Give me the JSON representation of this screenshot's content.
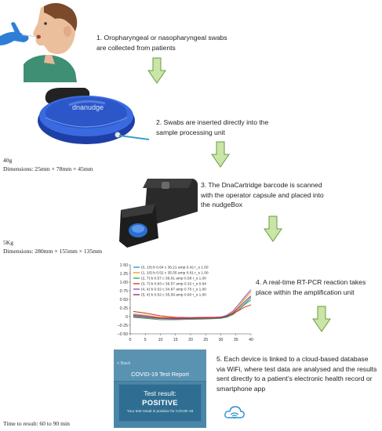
{
  "steps": [
    {
      "text": "1. Oropharyngeal or nasopharyngeal swabs are collected from patients"
    },
    {
      "text": "2. Swabs are inserted directly into the sample processing unit"
    },
    {
      "text": "3. The DnaCartridge barcode is scanned with the operator capsule and placed into the nudgeBox"
    },
    {
      "text": "4. A real-time RT-PCR reaction takes place within the amplification unit"
    },
    {
      "text": "5. Each device is linked to a cloud-based database via WiFi, where test data are analysed and the results sent directly to a patient’s electronic health record or smartphone app"
    }
  ],
  "cartridge": {
    "brand": "dnanudge",
    "weight": "40g",
    "dimensions": "Dimensions: 25mm × 78mm × 45mm"
  },
  "nudgebox": {
    "weight": "5Kg",
    "dimensions": "Dimensions: 280mm × 155mm × 135mm"
  },
  "time_to_result": "Time to result: 60 to 90 min",
  "phone": {
    "back_label": "< Back",
    "title": "COVID-19 Test Report",
    "result_label": "Test result:",
    "result_value": "POSITIVE",
    "result_note": "Your test result is positive for COVID-19"
  },
  "icons": {
    "swab": "swab-collection-person-icon",
    "cloud": "cloud-wifi-icon"
  },
  "colors": {
    "arrow_fill": "#c9e5a8",
    "arrow_stroke": "#6b9a3e",
    "cartridge_blue": "#2c57c8",
    "phone_blue": "#4a86a6"
  },
  "chart_data": {
    "type": "line",
    "xlim": [
      0,
      40
    ],
    "ylim": [
      -0.5,
      1.5
    ],
    "x_ticks": [
      "0",
      "5",
      "10",
      "15",
      "20",
      "25",
      "30",
      "35",
      "40"
    ],
    "y_ticks": [
      "1·50",
      "1·25",
      "1·00",
      "0·75",
      "0·50",
      "0·25",
      "0",
      "–0·25",
      "–0·50"
    ],
    "series": [
      {
        "name": "(0, 10) b 0.64 c 36.21 amp 0.42 r_s 1.00",
        "color": "#2a9fd6",
        "x": [
          1,
          5,
          10,
          15,
          20,
          25,
          28,
          30,
          32,
          34,
          36,
          38,
          40
        ],
        "y": [
          0.05,
          0.02,
          -0.05,
          -0.06,
          -0.05,
          -0.04,
          -0.04,
          -0.03,
          0.0,
          0.08,
          0.2,
          0.38,
          0.55
        ]
      },
      {
        "name": "(1, 10) b 0.52 c 35.55 amp 0.61 r_s 1.00",
        "color": "#e6a21a",
        "x": [
          1,
          5,
          10,
          15,
          20,
          25,
          28,
          30,
          32,
          34,
          36,
          38,
          40
        ],
        "y": [
          0.08,
          0.04,
          -0.02,
          -0.04,
          -0.04,
          -0.03,
          -0.03,
          -0.02,
          0.02,
          0.12,
          0.3,
          0.52,
          0.72
        ]
      },
      {
        "name": "(2, 7) b 0.57 c 36.01 amp 0.58 r_s 1.00",
        "color": "#3cab4a",
        "x": [
          1,
          5,
          10,
          15,
          20,
          25,
          28,
          30,
          32,
          34,
          36,
          38,
          40
        ],
        "y": [
          -0.02,
          -0.05,
          -0.09,
          -0.09,
          -0.08,
          -0.07,
          -0.06,
          -0.05,
          -0.02,
          0.06,
          0.2,
          0.36,
          0.48
        ]
      },
      {
        "name": "(3, 7) b 0.83 c 36.57 amp 0.32 r_s 0.94",
        "color": "#d83a3a",
        "x": [
          1,
          5,
          10,
          15,
          20,
          25,
          28,
          30,
          32,
          34,
          36,
          38,
          40
        ],
        "y": [
          0.15,
          0.1,
          0.02,
          -0.02,
          -0.03,
          -0.02,
          -0.02,
          -0.01,
          0.02,
          0.08,
          0.18,
          0.28,
          0.34
        ]
      },
      {
        "name": "(4, 4) b 0.52 c 34.87 amp 0.70 r_s 1.00",
        "color": "#8e5cc2",
        "x": [
          1,
          5,
          10,
          15,
          20,
          25,
          28,
          30,
          32,
          34,
          36,
          38,
          40
        ],
        "y": [
          0.0,
          -0.03,
          -0.06,
          -0.07,
          -0.06,
          -0.05,
          -0.04,
          -0.02,
          0.04,
          0.16,
          0.36,
          0.58,
          0.78
        ]
      },
      {
        "name": "(5, 4) b 0.52 c 35.59 amp 0.60 r_s 1.00",
        "color": "#a2305a",
        "x": [
          1,
          5,
          10,
          15,
          20,
          25,
          28,
          30,
          32,
          34,
          36,
          38,
          40
        ],
        "y": [
          0.03,
          0.0,
          -0.04,
          -0.05,
          -0.05,
          -0.04,
          -0.04,
          -0.03,
          0.01,
          0.1,
          0.26,
          0.44,
          0.6
        ]
      }
    ]
  }
}
